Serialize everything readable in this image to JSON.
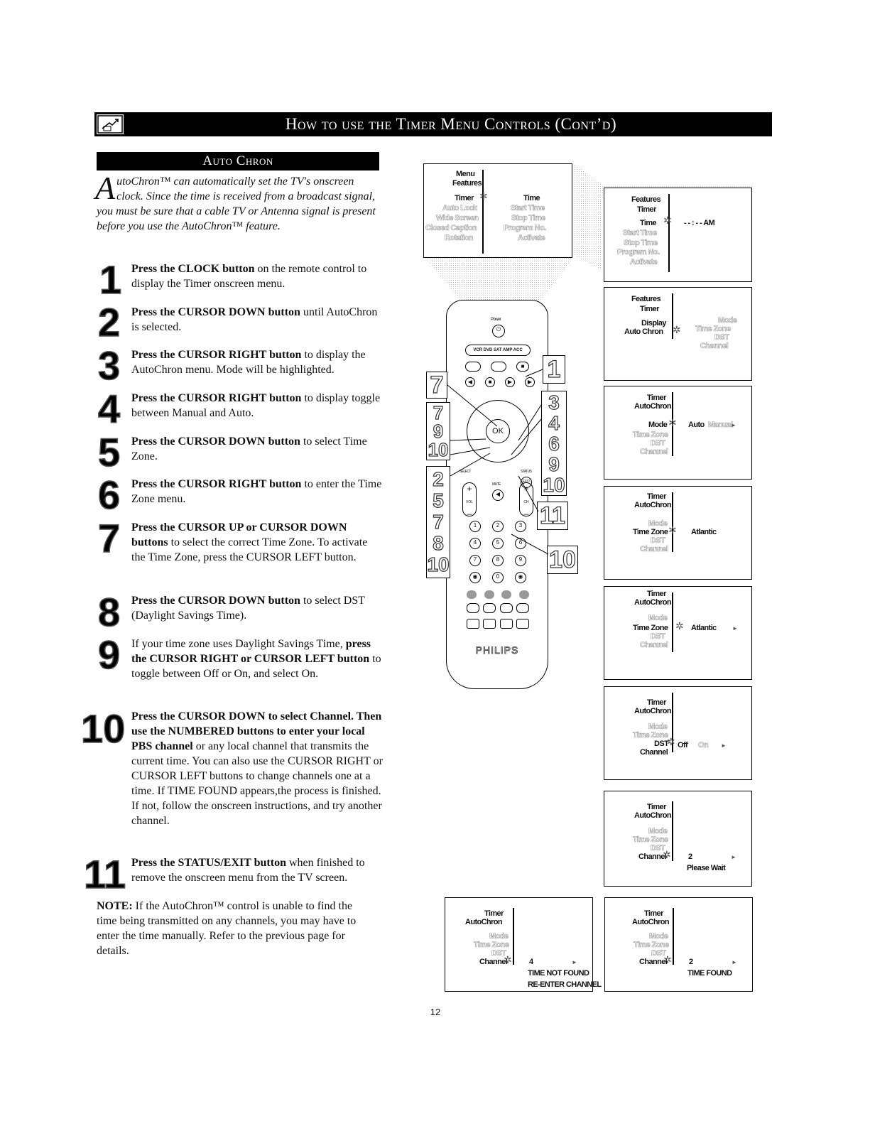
{
  "header": {
    "title": "How to use the Timer Menu Controls (Cont’d)",
    "icon": "timer-pointer-icon"
  },
  "section": {
    "title": "Auto Chron"
  },
  "intro": {
    "drop_cap": "A",
    "text": "utoChron™ can automatically set the TV's onscreen clock. Since the time is received from a broadcast signal, you must be sure that a cable TV or Antenna signal is present before you use the AutoChron™ feature."
  },
  "steps": [
    {
      "num": "1",
      "bold": "Press the CLOCK button",
      "rest": " on the remote control to display the Timer onscreen menu."
    },
    {
      "num": "2",
      "bold": "Press the CURSOR DOWN button",
      "rest": " until AutoChron is selected."
    },
    {
      "num": "3",
      "bold": "Press the CURSOR RIGHT button",
      "rest": " to display the AutoChron menu. Mode will be highlighted."
    },
    {
      "num": "4",
      "bold": "Press the CURSOR RIGHT button",
      "rest": " to display toggle between Manual and Auto."
    },
    {
      "num": "5",
      "bold": "Press the CURSOR DOWN button",
      "rest": " to select Time Zone."
    },
    {
      "num": "6",
      "bold": "Press the CURSOR RIGHT button",
      "rest": " to enter the Time Zone menu."
    },
    {
      "num": "7",
      "bold": "Press the CURSOR UP or CURSOR DOWN buttons",
      "rest": " to select the correct Time Zone. To activate the Time Zone, press the CURSOR LEFT button."
    },
    {
      "num": "8",
      "bold": "Press the CURSOR DOWN button",
      "rest": " to select DST (Daylight Savings Time)."
    },
    {
      "num": "9",
      "pre": "If your time zone uses Daylight Savings Time, ",
      "bold": "press the CURSOR RIGHT or CURSOR LEFT button",
      "rest": " to toggle between Off or On, and select On."
    },
    {
      "num": "10",
      "bold": "Press the CURSOR DOWN to select Channel. Then use the NUMBERED buttons to enter your local PBS channel",
      "rest": " or any local channel that transmits the current time.  You can also use the CURSOR RIGHT or CURSOR LEFT buttons to change channels one at a time. If TIME FOUND appears,the process is finished. If not, follow the onscreen instructions, and try another channel."
    },
    {
      "num": "11",
      "bold": "Press the STATUS/EXIT button",
      "rest": " when finished to remove the onscreen menu from the TV screen."
    }
  ],
  "note": {
    "label": "NOTE:",
    "text": " If the AutoChron™ control is unable to find the time being transmitted on any channels, you may have to enter the time manually. Refer to the previous page for details."
  },
  "page_number": "12",
  "menus": {
    "top": {
      "menu": "Menu",
      "features": "Features",
      "timer": "Timer",
      "auto_lock": "Auto Lock",
      "wide_screen": "Wide Screen",
      "closed_caption": "Closed Caption",
      "rotation": "Rotation",
      "time": "Time",
      "start_time": "Start Time",
      "stop_time": "Stop Time",
      "program_no": "Program No.",
      "activate": "Activate"
    },
    "m1": {
      "features": "Features",
      "timer": "Timer",
      "time": "Time",
      "value": "- - : - -  AM",
      "start_time": "Start Time",
      "stop_time": "Stop Time",
      "program_no": "Program No.",
      "activate": "Activate"
    },
    "m2": {
      "features": "Features",
      "timer": "Timer",
      "display": "Display",
      "auto_chron": "Auto Chron",
      "mode": "Mode",
      "time_zone": "Time Zone",
      "dst": "DST",
      "channel": "Channel"
    },
    "m3": {
      "timer": "Timer",
      "auto_chron": "AutoChron",
      "mode": "Mode",
      "time_zone": "Time Zone",
      "dst": "DST",
      "channel": "Channel",
      "auto": "Auto",
      "manual": "Manual"
    },
    "m4": {
      "timer": "Timer",
      "auto_chron": "AutoChron",
      "mode": "Mode",
      "time_zone": "Time Zone",
      "dst": "DST",
      "channel": "Channel",
      "value": "Atlantic"
    },
    "m5": {
      "timer": "Timer",
      "auto_chron": "AutoChron",
      "mode": "Mode",
      "time_zone": "Time Zone",
      "dst": "DST",
      "channel": "Channel",
      "value": "Atlantic"
    },
    "m6": {
      "timer": "Timer",
      "auto_chron": "AutoChron",
      "mode": "Mode",
      "time_zone": "Time Zone",
      "dst": "DST",
      "channel": "Channel",
      "off": "Off",
      "on": "On"
    },
    "m7": {
      "timer": "Timer",
      "auto_chron": "AutoChron",
      "mode": "Mode",
      "time_zone": "Time Zone",
      "dst": "DST",
      "channel": "Channel",
      "value": "2",
      "status": "Please Wait"
    },
    "m8": {
      "timer": "Timer",
      "auto_chron": "AutoChron",
      "mode": "Mode",
      "time_zone": "Time Zone",
      "dst": "DST",
      "channel": "Channel",
      "value": "4",
      "status1": "TIME NOT FOUND",
      "status2": "RE-ENTER CHANNEL"
    },
    "m9": {
      "timer": "Timer",
      "auto_chron": "AutoChron",
      "mode": "Mode",
      "time_zone": "Time Zone",
      "dst": "DST",
      "channel": "Channel",
      "value": "2",
      "status": "TIME FOUND"
    }
  },
  "remote": {
    "brand": "PHILIPS",
    "source_row": "VCR DVD SAT AMP ACC",
    "ok": "OK",
    "keys": [
      "1",
      "2",
      "3",
      "4",
      "5",
      "6",
      "7",
      "8",
      "9",
      "0"
    ],
    "vol": "VOL",
    "ch": "CH",
    "mute": "MUTE",
    "power": "Power",
    "select": "SELECT",
    "status": "STATUS",
    "exit": "EXIT",
    "callouts": {
      "left1": "7",
      "left2": "7\n9\n10",
      "left3": "2\n5\n7\n8\n10",
      "right1": "1",
      "right2": "3\n4\n6\n9\n10",
      "right3": "11",
      "right4": "10"
    }
  }
}
